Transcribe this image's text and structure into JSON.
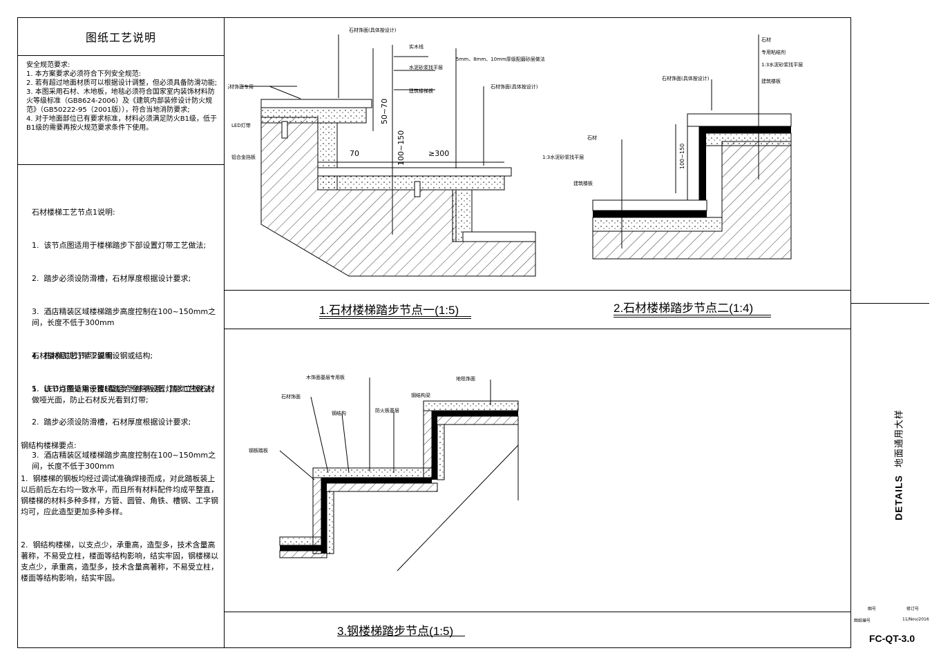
{
  "notes": {
    "title": "图纸工艺说明",
    "safety_heading": "安全规范要求:",
    "safety_items": [
      "1.  本方案要求必须符合下列安全规范:",
      "2.  若有超过地面材质可以根据设计调整，但必须具备防滑功能;",
      "3.  本图采用石材、木地板，地毯必须符合国家室内装饰材料防火等级标准（GB8624-2006）及《建筑内部装修设计防火规范》（GB50222-95（2001版）），符合当地消防要求;",
      "4.  对于地面部位已有要求标准，材料必须满足防火B1级，低于B1级的需要再按火规范要求条件下使用。"
    ],
    "s1_heading": "石材楼梯工艺节点1说明:",
    "s1_items": [
      "1.  该节点图适用于楼梯踏步下部设置灯带工艺做法;",
      "2.  踏步必须设防滑槽，石材厚度根据设计要求;",
      "3.  酒店精装区域楼梯踏步高度控制在100~150mm之间，长度不低于300mm",
      "4.  石材悬挑灯带下部需设钢或结构;",
      "5.  LED灯带处需设置L型铝合金挡板条，踏步立板石材做哑光面，防止石材反光看到灯带;"
    ],
    "s2_heading": "石材楼梯工艺节点2说明:",
    "s2_items": [
      "1.  该节点图适用于楼梯踏步下部不设置灯带工艺做法;",
      "2.  踏步必须设防滑槽，石材厚度根据设计要求;",
      "3.  酒店精装区域楼梯踏步高度控制在100~150mm之间，长度不低于300mm"
    ],
    "steel_heading": "钢结构楼梯要点:",
    "steel_items": [
      "1.  钢楼梯的钢板均经过调试准确焊接而成，对此踏板装上以后前后左右均一致水平，而且所有材料配件均成平整直，钢楼梯的材料多种多样，方管、圆管、角铁、槽钢、工字钢均可，应此造型更加多种多样。",
      "2.  钢结构楼梯，以支点少，承重高，造型多，技术含量高著称，不易受立柱，楼面等结构影响，结实牢固，钢楼梯以支点少，承重高，造型多，技术含量高著称，不易受立柱，楼面等结构影响，结实牢固。"
    ]
  },
  "drawings": {
    "d1": {
      "caption": "1.石材楼梯踏步节点一(1:5)",
      "dims": [
        "50~70",
        "100~150",
        "70",
        "≥300"
      ],
      "labels": [
        "石材饰面(具体按设计)",
        "实木线",
        "水泥砂浆找平层",
        "建筑楼梯板",
        "5mm、8mm、10mm厚级配磨砂层做法",
        "石材饰面(具体按设计)",
        "LED灯带",
        "铝合金挡板",
        "石材饰面专用"
      ]
    },
    "d2": {
      "caption": "2.石材楼梯踏步节点二(1:4)",
      "dims": [
        "100~150"
      ],
      "labels": [
        "石材",
        "专用粘结剂",
        "1:3水泥砂浆找平层",
        "建筑楼板",
        "石材饰面(具体按设计)",
        "石材",
        "1:3水泥砂浆找平层",
        "建筑楼板"
      ]
    },
    "d3": {
      "caption": "3.钢楼梯踏步节点(1:5)",
      "labels": [
        "木饰面基层专用板",
        "地毯饰面",
        "石材饰面",
        "钢结构",
        "防火板基层",
        "钢板踏板",
        "钢结构梁"
      ]
    }
  },
  "titleblock": {
    "side_en": "DETAILS",
    "side_cn": "地面通用大样",
    "small_left": "图号",
    "small_right": "修订号",
    "small_left2": "图纸编号",
    "small_date": "11/Nov/2016",
    "drawing_no": "FC-QT-3.0"
  }
}
